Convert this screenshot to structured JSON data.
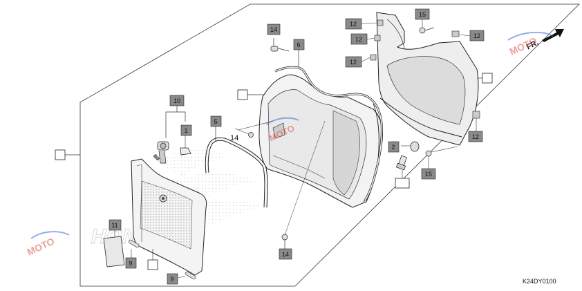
{
  "callouts": {
    "c14_top": "14",
    "c6": "6",
    "c12_a": "12",
    "c12_b": "12",
    "c12_c": "12",
    "c15_top": "15",
    "c12_d": "12",
    "c10": "10",
    "c1": "1",
    "c5": "5",
    "c2": "2",
    "c12_e": "12",
    "c15_bot": "15",
    "c11": "11",
    "c9_a": "9",
    "c9_b": "9",
    "c14_bot": "14"
  },
  "labels": {
    "plain_14": "14",
    "direction": "FR.",
    "diagram_code": "K24DY0100"
  },
  "colors": {
    "tag_fill": "#8a8a8a",
    "line": "#1a1a1a",
    "part_fill": "#f2f2f2",
    "honda_wing": "#c9c9c9",
    "watermark_red": "#d9534f",
    "watermark_blue": "#3b6fd1"
  },
  "icons": {
    "direction": "arrow-icon"
  }
}
